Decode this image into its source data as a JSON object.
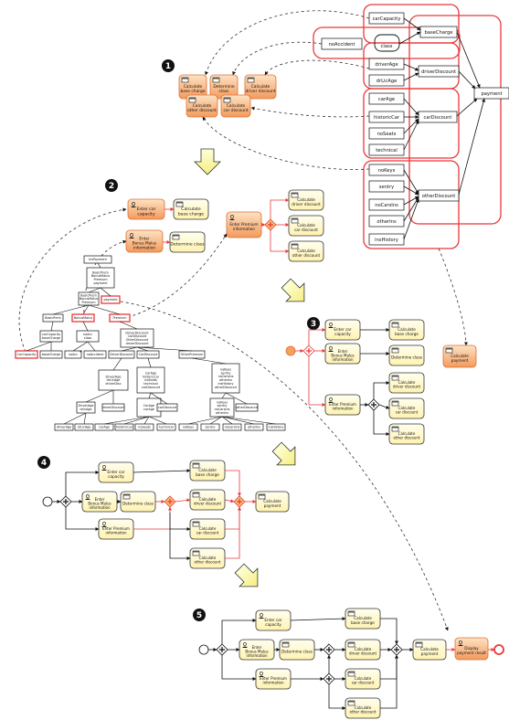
{
  "step_numbers": [
    "1",
    "2",
    "3",
    "4",
    "5"
  ],
  "colors": {
    "task_fill": "#fffbd0",
    "task_highlight_fill": "#f9ae7c",
    "red": "#e8383b",
    "orange": "#f08040",
    "black": "#111111"
  },
  "stage1": {
    "nodes": {
      "carCapacity": "carCapacity",
      "baseCharge": "baseCharge",
      "noAccident": "noAccident",
      "class": "class",
      "driverAge": "driverAge",
      "drLicAge": "drLicAge",
      "driverDiscount": "driverDiscount",
      "payment": "payment",
      "carAge": "carAge",
      "historicCar": "historicCar",
      "noSeats": "noSeats",
      "carDiscount": "carDiscount",
      "technical": "technical",
      "noKeys": "noKeys",
      "sentry": "sentry",
      "noCarsIns": "noCarsIns",
      "otherIns": "otherIns",
      "otherDiscount": "otherDiscount",
      "insHistory": "insHistory"
    },
    "tasks": {
      "base": [
        "Calculate",
        "base charge"
      ],
      "class": [
        "Determine",
        "class"
      ],
      "driver": [
        "Calculate",
        "driver discount"
      ],
      "other": [
        "Calculate",
        "other discount"
      ],
      "car": [
        "Calculate",
        "car discount"
      ]
    }
  },
  "stage2": {
    "enter_car": [
      "Enter car",
      "capacity"
    ],
    "enter_bonus": [
      "Enter",
      "Bonus Malus",
      "information"
    ],
    "enter_premium": [
      "Enter Premium",
      "information"
    ],
    "calc_base": [
      "Calculate",
      "base charge"
    ],
    "determine_class": [
      "Determine class"
    ],
    "calc_driver": [
      "Calculate",
      "driver discount"
    ],
    "calc_car": [
      "Calculate",
      "car discount"
    ],
    "calc_other": [
      "Calculate",
      "other discount"
    ],
    "tree": {
      "root": "InsPayment",
      "premium_block": [
        "BasicPrem",
        "BonusMalus",
        "Premium",
        "payment"
      ],
      "left_block": [
        "BasicPrem",
        "BonusMalus",
        "Premium"
      ],
      "basicprem": "BasicPrem",
      "bonusmalus": "BonusMalus",
      "premium": "Premium",
      "payment": "payment",
      "carcapacity_block": [
        "carCapacity",
        "baseCharge"
      ],
      "carcapacity": "CarCapacity",
      "basecharge": "baseCharge",
      "noacc_block": [
        "noAcc",
        "class"
      ],
      "noacc": "noAcc",
      "class": "noAccident",
      "discount_block": [
        "DriverDiscount",
        "CarDiscount",
        "OtherDiscount",
        "driverDiscount"
      ],
      "driverdiscount_head": "DriverDiscount",
      "cardiscount_head": "CarDiscount",
      "otherpremium_head": "OtherPremium",
      "driver_block": [
        "DriverAge",
        "drLicAge",
        "driverDisc"
      ],
      "car_block": [
        "CarAge",
        "historicCar",
        "noSeats",
        "technical",
        "carDiscount"
      ],
      "other_block": [
        "noKeys",
        "sentry",
        "noCarsIns",
        "otherIns",
        "insHistory",
        "otherDiscount"
      ],
      "leaf_driverage": [
        "DriverAge",
        "drivAge"
      ],
      "leaf_drlicage": "drLicAge",
      "leaf_driverdisc": "driverDiscount",
      "leaf_carage": [
        "CarAge",
        "carAge"
      ],
      "leaf_historic": "historicCar",
      "leaf_noseats": "noSeats",
      "leaf_technical": "technical",
      "leaf_cardisc": "carDiscount",
      "leaf_nokeys": [
        "noKeys",
        "sentry",
        "noCarsIns",
        "otherIns"
      ],
      "leaf_otherdisc": "otherDiscount",
      "bottom_leaves": [
        "driverAge",
        "drLicAge",
        "carAge",
        "historicCar",
        "noSeats",
        "technical",
        "noKeys",
        "sentry",
        "noCarsIns",
        "otherIns",
        "insHistory"
      ]
    }
  },
  "stage3": {
    "enter_car": [
      "Enter car",
      "capacity"
    ],
    "enter_bonus": [
      "Enter",
      "Bonus Malus",
      "information"
    ],
    "enter_premium": [
      "Enter Premium",
      "information"
    ],
    "calc_base": [
      "Calculate",
      "base charge"
    ],
    "determine_class": [
      "Determine class"
    ],
    "calc_driver": [
      "Calculate",
      "driver discount"
    ],
    "calc_car": [
      "Calculate",
      "car discount"
    ],
    "calc_other": [
      "Calculate",
      "other discount"
    ],
    "calc_payment": [
      "Calculate",
      "payment"
    ]
  },
  "stage4": {
    "enter_car": [
      "Enter car",
      "capacity"
    ],
    "enter_bonus": [
      "Enter",
      "Bonus Malus",
      "information"
    ],
    "determine_class": [
      "Determine class"
    ],
    "enter_premium": [
      "Enter Premium",
      "information"
    ],
    "calc_base": [
      "Calculate",
      "base charge"
    ],
    "calc_driver": [
      "Calculate",
      "driver discount"
    ],
    "calc_car": [
      "Calculate",
      "car discount"
    ],
    "calc_other": [
      "Calculate",
      "other discount"
    ],
    "calc_payment": [
      "Calculate",
      "payment"
    ]
  },
  "stage5": {
    "enter_car": [
      "Enter car",
      "capacity"
    ],
    "enter_bonus": [
      "Enter",
      "Bonus Malus",
      "information"
    ],
    "determine_class": [
      "Determine class"
    ],
    "enter_premium": [
      "Enter Premium",
      "information"
    ],
    "calc_base": [
      "Calculate",
      "base charge"
    ],
    "calc_driver": [
      "Calculate",
      "driver discount"
    ],
    "calc_car": [
      "Calculate",
      "car discount"
    ],
    "calc_other": [
      "Calculate",
      "other discount"
    ],
    "calc_payment": [
      "Calculate",
      "payment"
    ],
    "display": [
      "Display",
      "payment result"
    ]
  }
}
